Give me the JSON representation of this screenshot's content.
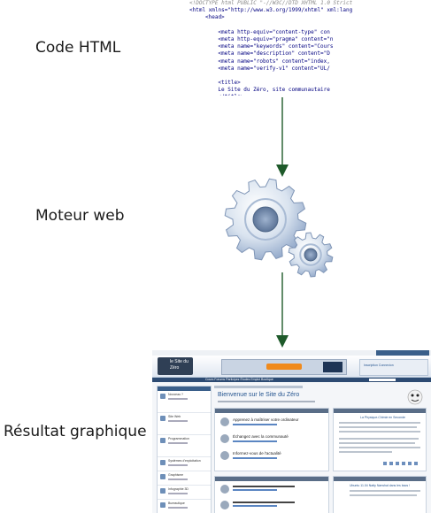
{
  "labels": {
    "code": "Code HTML",
    "engine": "Moteur web",
    "result": "Résultat graphique"
  },
  "code_lines": [
    {
      "text": "<!DOCTYPE html PUBLIC \"-//W3C//DTD XHTML 1.0 Strict",
      "muted": true,
      "indent": 0
    },
    {
      "text": "<html xmlns=\"http://www.w3.org/1999/xhtml\" xml:lang",
      "muted": false,
      "indent": 0
    },
    {
      "text": "<head>",
      "muted": false,
      "indent": 5
    },
    {
      "text": "",
      "muted": false,
      "indent": 0
    },
    {
      "text": "<meta http-equiv=\"content-type\" con",
      "muted": false,
      "indent": 9
    },
    {
      "text": "<meta http-equiv=\"pragma\" content=\"n",
      "muted": false,
      "indent": 9
    },
    {
      "text": "<meta name=\"keywords\" content=\"Cours",
      "muted": false,
      "indent": 9
    },
    {
      "text": "<meta name=\"description\" content=\"D",
      "muted": false,
      "indent": 9
    },
    {
      "text": "<meta name=\"robots\" content=\"index,",
      "muted": false,
      "indent": 9
    },
    {
      "text": "<meta name=\"verify-v1\" content=\"UL/",
      "muted": false,
      "indent": 9
    },
    {
      "text": "",
      "muted": false,
      "indent": 0
    },
    {
      "text": "<title>",
      "muted": false,
      "indent": 9
    },
    {
      "text": "Le Site du Zéro, site communautaire",
      "muted": false,
      "indent": 9
    },
    {
      "text": "</title>",
      "muted": false,
      "indent": 9
    }
  ],
  "screenshot": {
    "topbar_text": "Cours  Forums  Participez  Études  Emploi  Boutique",
    "logo": "le Site du Zéro",
    "login": "Inscription   Connexion",
    "title": "Bienvenue sur le Site du Zéro",
    "side_heading": "Cours",
    "side_items": [
      "Nouveau ?",
      "Site Web",
      "Programmation",
      "Systèmes d'exploitation",
      "Graphisme",
      "Infographie 3D",
      "Bureautique"
    ],
    "panel1_title": "Que propose le Site du Zéro ?",
    "panel1_items": [
      "Apprenez à maîtriser votre ordinateur",
      "Échangez avec la communauté",
      "Informez-vous de l'actualité"
    ],
    "panel2_title": "À la une : Dernier tutoriel",
    "panel2_item": "La Physique-Chimie en Seconde",
    "panel3_title": "Derniers tutoriels",
    "panel4_title": "Dernières news",
    "panel4_item": "Ubuntu 11.04 Natty Narwhal dans les bacs !"
  },
  "colors": {
    "arrow": "#1e5a2a",
    "nav": "#2d4b73",
    "title": "#24548f",
    "gear": "#8fa6c8"
  }
}
